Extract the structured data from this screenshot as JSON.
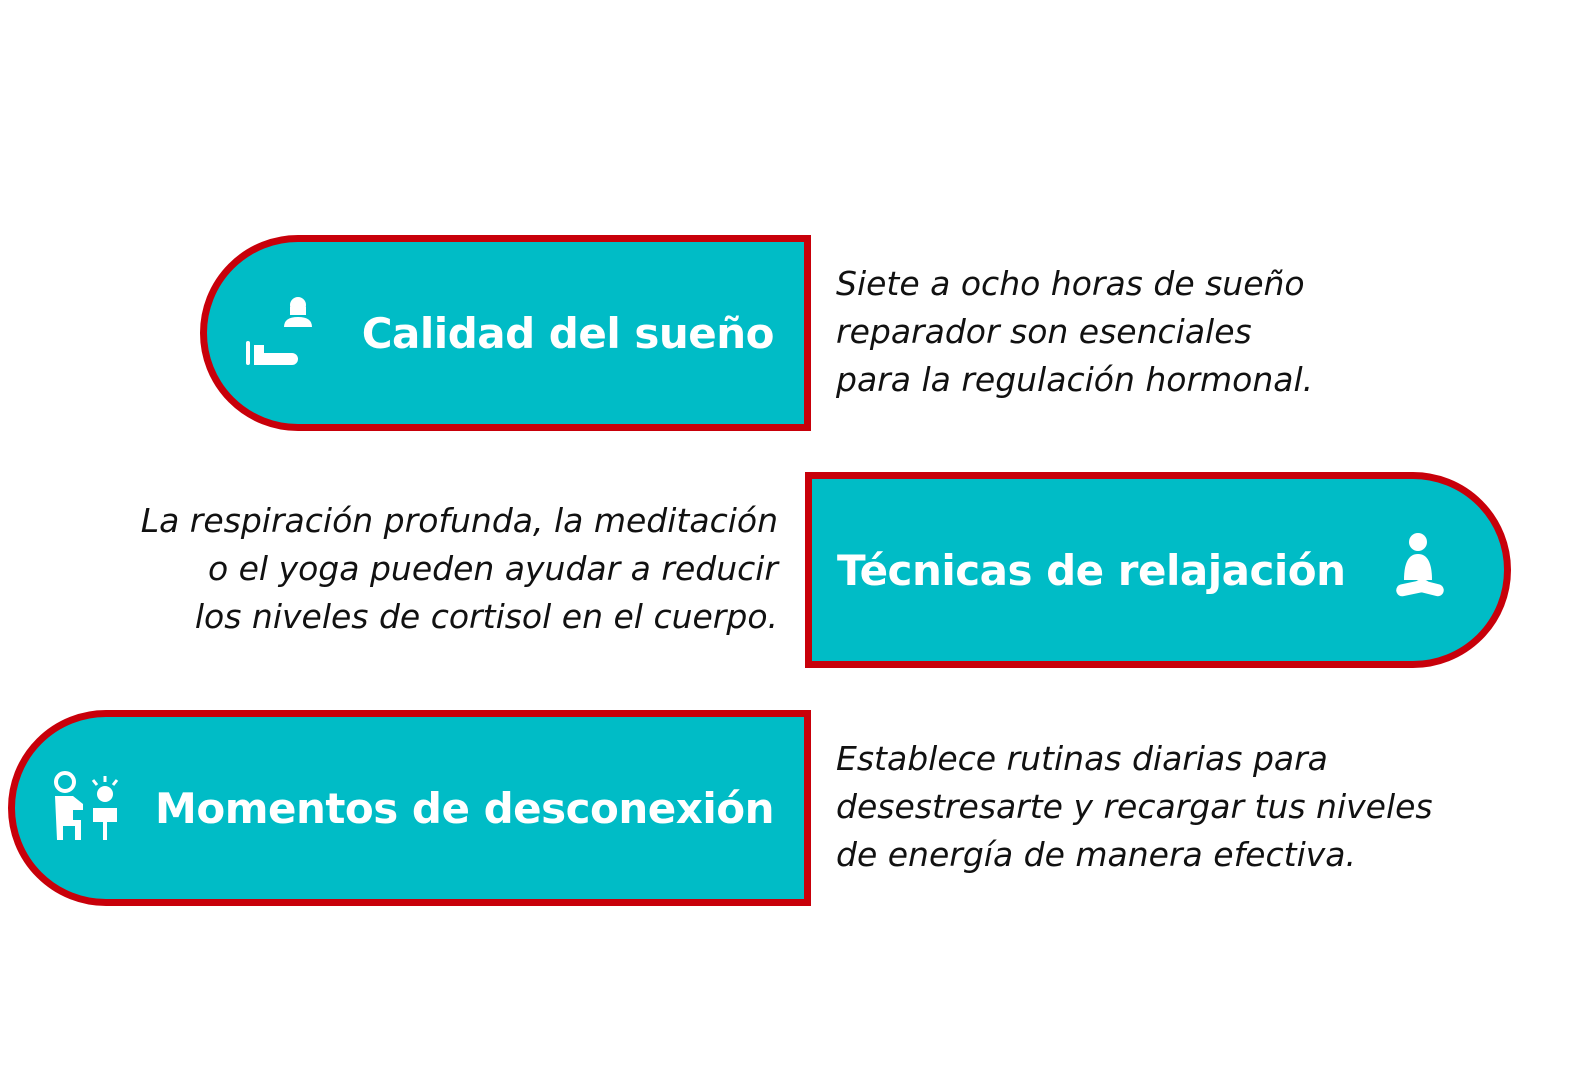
{
  "colors": {
    "fill": "#00bcc6",
    "border": "#c8000a",
    "text": "#ffffff"
  },
  "items": [
    {
      "title": "Calidad del sueño",
      "icon": "sleeping-person-icon",
      "description": [
        "Siete a ocho horas de sueño",
        "reparador son esenciales",
        "para la regulación hormonal."
      ]
    },
    {
      "title": "Técnicas de relajación",
      "icon": "meditation-icon",
      "description": [
        "La respiración profunda, la meditación",
        "o el yoga pueden ayudar a reducir",
        "los niveles de cortisol en el cuerpo."
      ]
    },
    {
      "title": "Momentos de desconexión",
      "icon": "parent-child-play-icon",
      "description": [
        "Establece rutinas diarias para",
        "desestresarte y recargar tus niveles",
        "de energía de manera efectiva."
      ]
    }
  ]
}
